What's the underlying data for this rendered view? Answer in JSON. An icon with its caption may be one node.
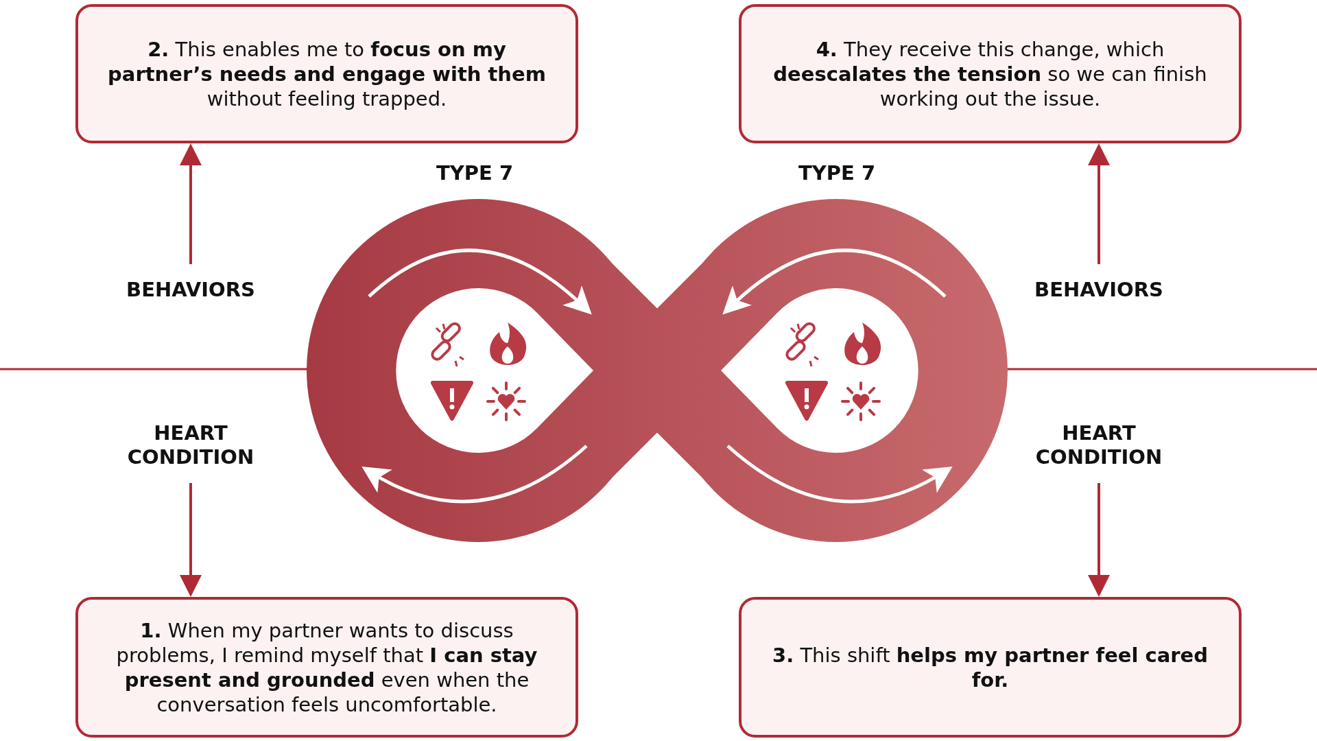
{
  "diagram": {
    "nodes": [
      {
        "text": [
          "**2.** This enables me to **focus on my partner’s needs and engage with them** without feeling trapped."
        ]
      },
      {
        "text": [
          "**4.** They receive this change, which **deescalates the tension** so we can finish working out the issue."
        ]
      },
      {
        "text": [
          "BEHAVIORS"
        ]
      },
      {
        "text": [
          "BEHAVIORS"
        ]
      },
      {
        "text": [
          "HEART CONDITION"
        ]
      },
      {
        "text": [
          "HEART CONDITION"
        ]
      },
      {
        "text": [
          "**1.** When my partner wants to discuss problems, I remind myself that **I can stay present and grounded** even when the conversation feels uncomfortable."
        ]
      },
      {
        "text": [
          "**3.** This shift **helps my partner feel cared for.**"
        ]
      }
    ],
    "edges": [
      {
        "from": 2,
        "to": 0,
        "arrow": "to"
      },
      {
        "from": 3,
        "to": 1,
        "arrow": "to"
      },
      {
        "from": 4,
        "to": 6,
        "arrow": "to"
      },
      {
        "from": 5,
        "to": 7,
        "arrow": "to"
      }
    ],
    "labels": [
      "TYPE 7",
      "TYPE 7"
    ]
  }
}
